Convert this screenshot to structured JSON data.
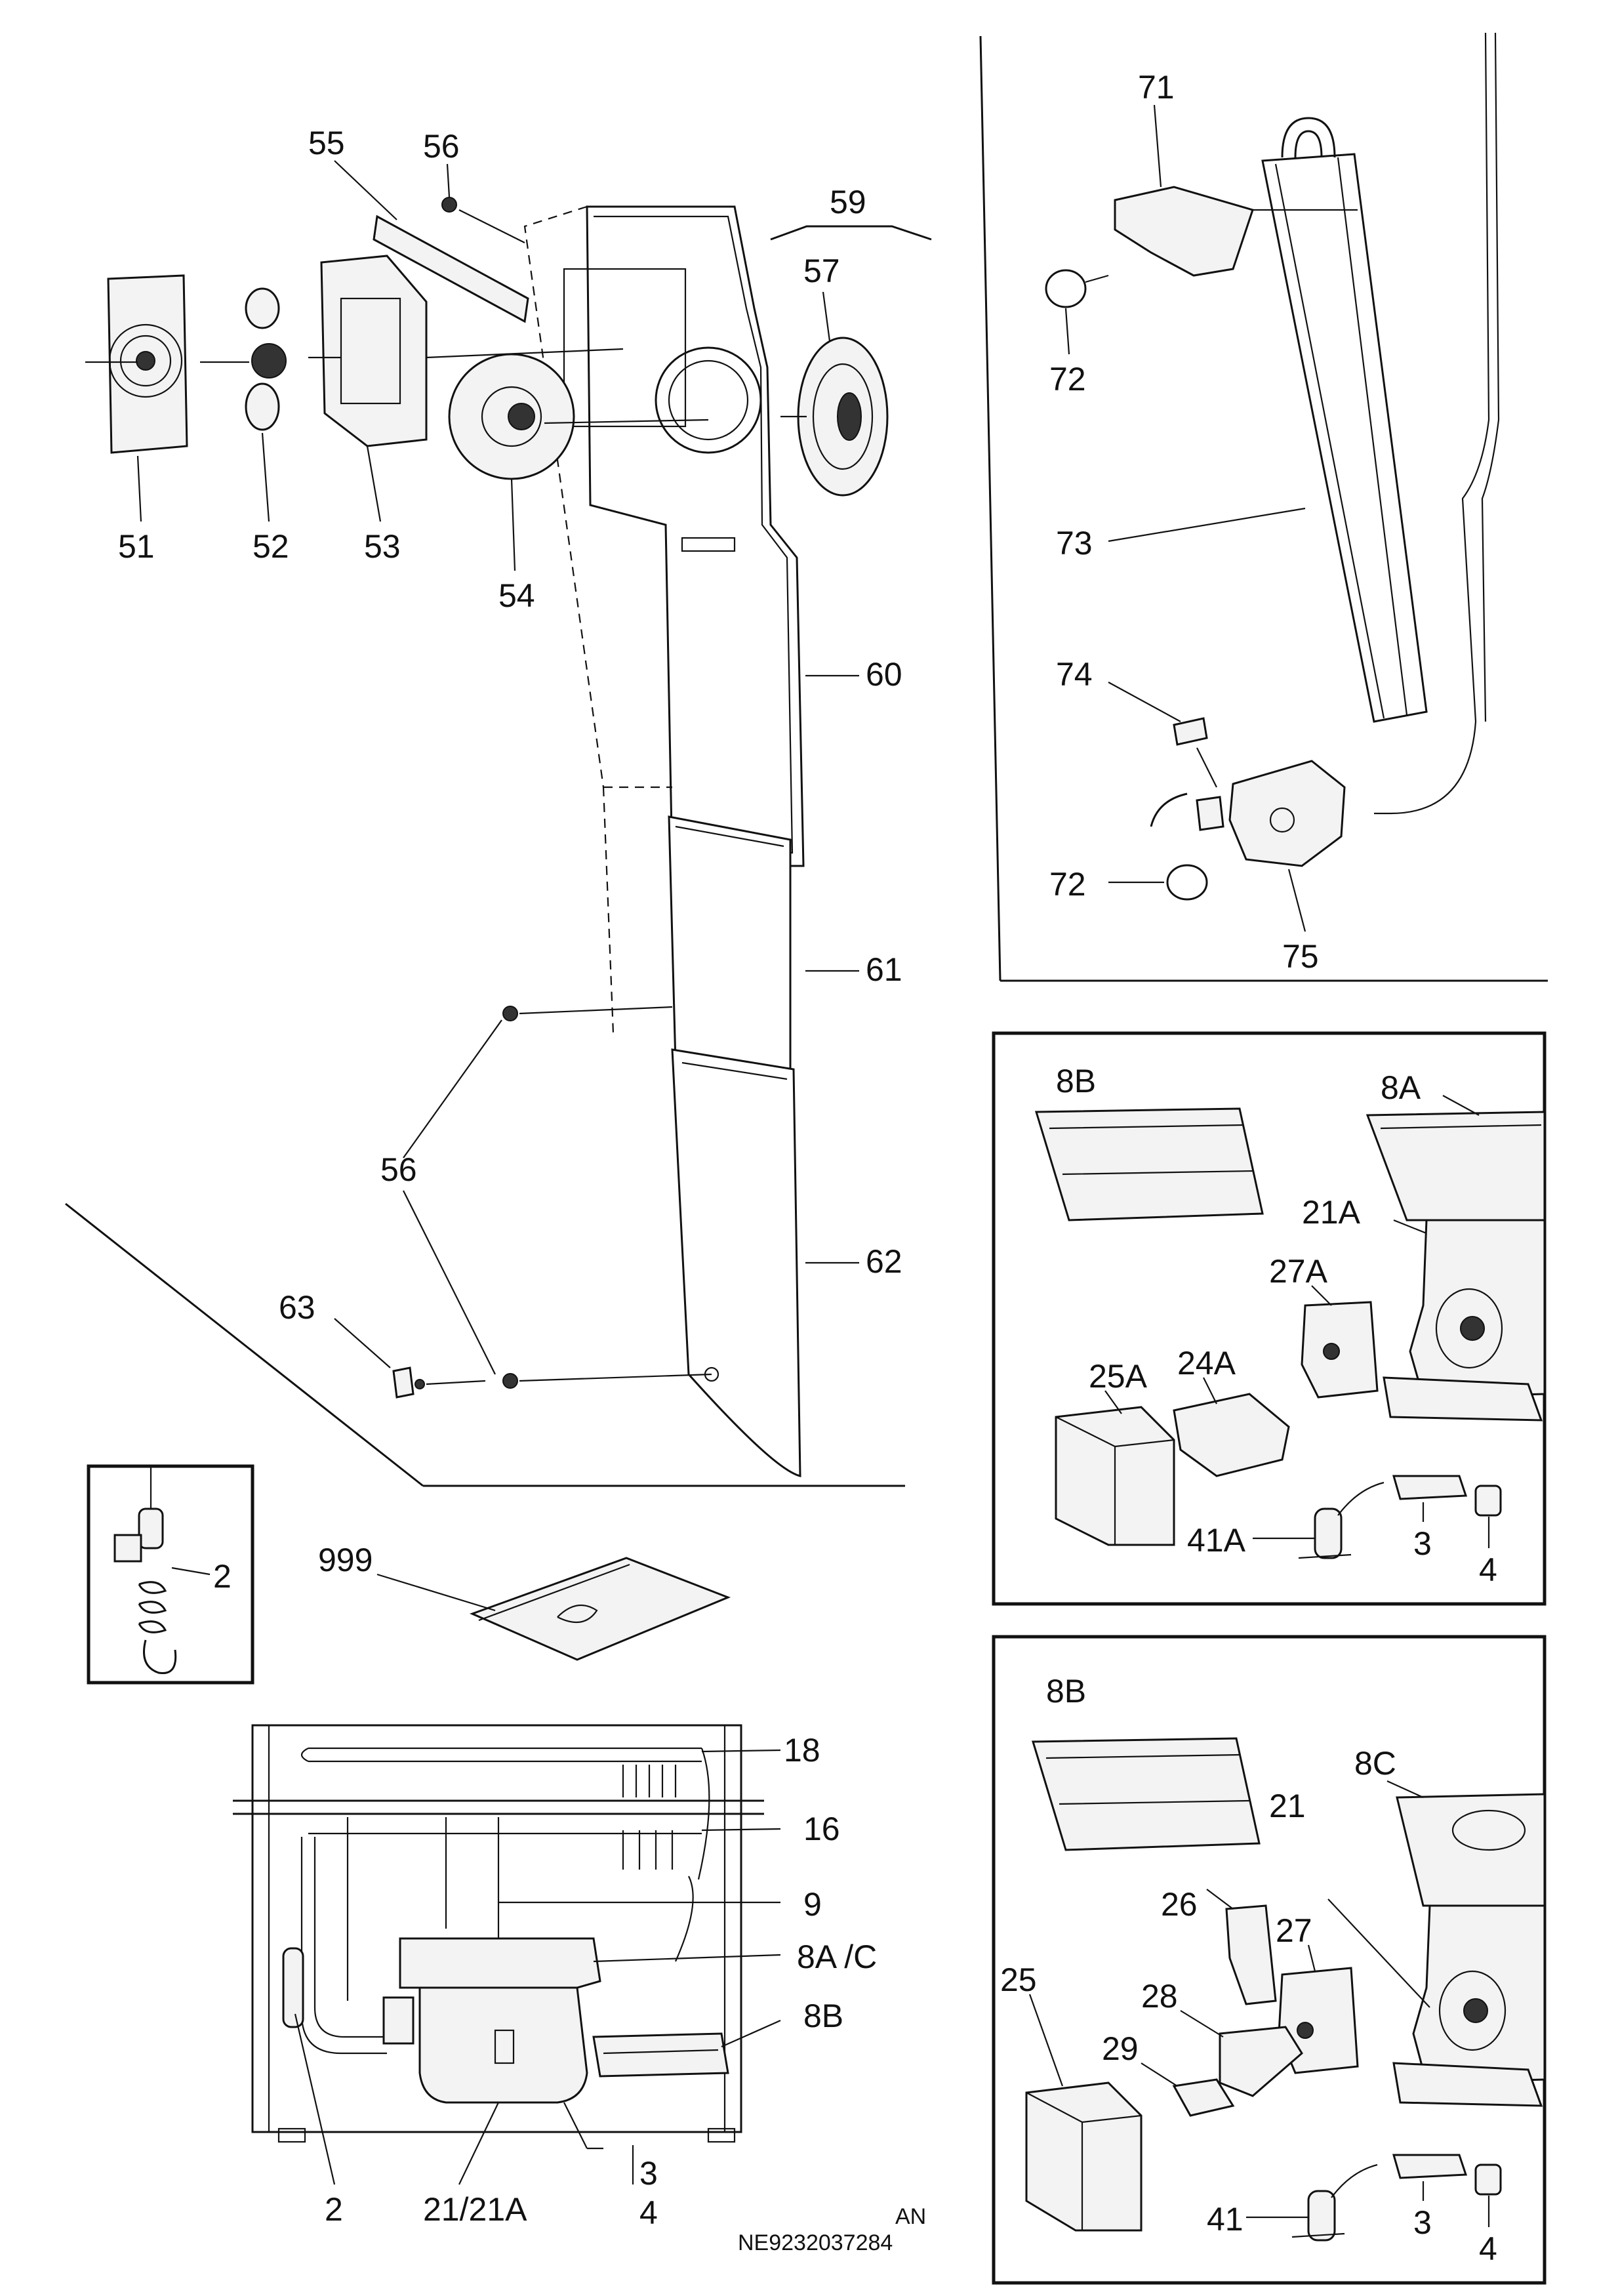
{
  "labels": {
    "p2": "2",
    "p3_bottom": "3",
    "p4_bottom": "4",
    "p9": "9",
    "p16": "16",
    "p18": "18",
    "p8ac": "8A /C",
    "p8b_bottom": "8B",
    "p2_bottom": "2",
    "p21_21a": "21/21A",
    "p51": "51",
    "p52": "52",
    "p53": "53",
    "p54": "54",
    "p55": "55",
    "p56_top": "56",
    "p56_mid": "56",
    "p57": "57",
    "p59": "59",
    "p60": "60",
    "p61": "61",
    "p62": "62",
    "p63": "63",
    "p71": "71",
    "p72_top": "72",
    "p72_bot": "72",
    "p73": "73",
    "p74": "74",
    "p75": "75",
    "p999": "999",
    "box1_8b": "8B",
    "box1_8a": "8A",
    "box1_21a": "21A",
    "box1_27a": "27A",
    "box1_24a": "24A",
    "box1_25a": "25A",
    "box1_41a": "41A",
    "box1_3": "3",
    "box1_4": "4",
    "box2_8b": "8B",
    "box2_8c": "8C",
    "box2_21": "21",
    "box2_26": "26",
    "box2_27": "27",
    "box2_25": "25",
    "box2_28": "28",
    "box2_29": "29",
    "box2_41": "41",
    "box2_3": "3",
    "box2_4": "4"
  },
  "footer": {
    "line1": "AN",
    "line2": "NE9232037284"
  }
}
